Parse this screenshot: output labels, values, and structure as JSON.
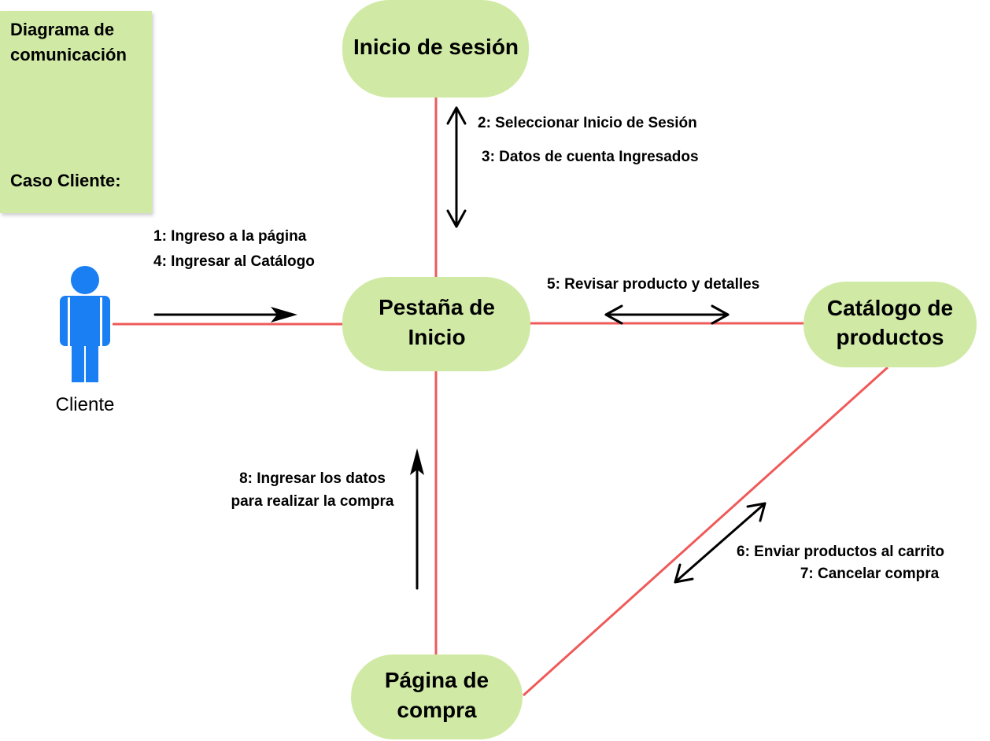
{
  "note": {
    "title_line1": "Diagrama de",
    "title_line2": "comunicación",
    "case_label": "Caso Cliente:"
  },
  "actor": {
    "label": "Cliente",
    "icon": "person-icon",
    "color": "#1a7ff2"
  },
  "nodes": {
    "login": {
      "line1": "Inicio de sesión"
    },
    "home": {
      "line1": "Pestaña de",
      "line2": "Inicio"
    },
    "catalog": {
      "line1": "Catálogo de",
      "line2": "productos"
    },
    "purchase": {
      "line1": "Página de",
      "line2": "compra"
    }
  },
  "messages": {
    "m1": "1: Ingreso a la página",
    "m4": "4: Ingresar al Catálogo",
    "m2": "2: Seleccionar Inicio de Sesión",
    "m3": "3: Datos de cuenta Ingresados",
    "m5": "5: Revisar producto y detalles",
    "m6": "6:  Enviar productos al carrito",
    "m7": "7: Cancelar compra",
    "m8_line1": "8: Ingresar los datos",
    "m8_line2": "para realizar la compra"
  },
  "colors": {
    "node_fill": "#d0eaa6",
    "link": "#ef5a5a",
    "arrow": "#000000",
    "actor": "#1a7ff2"
  }
}
